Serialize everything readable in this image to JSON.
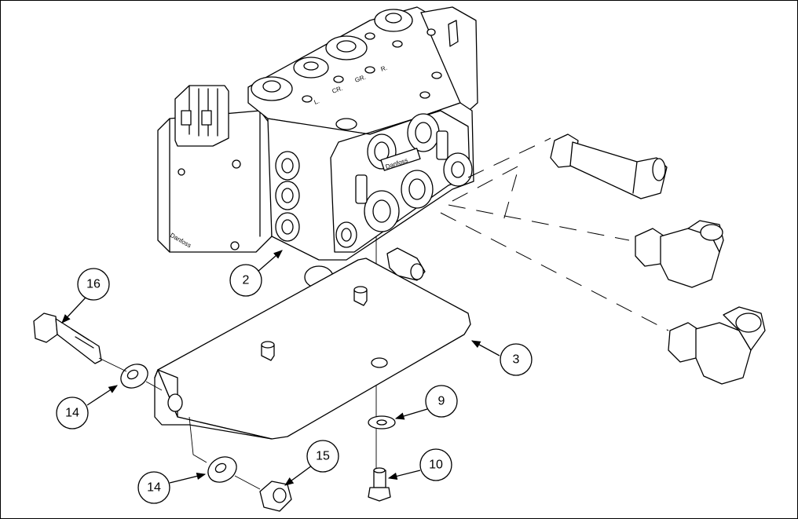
{
  "callouts": {
    "c2": "2",
    "c3": "3",
    "c9": "9",
    "c10": "10",
    "c14a": "14",
    "c14b": "14",
    "c15": "15",
    "c16": "16"
  },
  "body_marks": {
    "brand": "Danfoss",
    "port_marks": [
      "L.",
      "CR.",
      "GR.",
      "R."
    ]
  }
}
